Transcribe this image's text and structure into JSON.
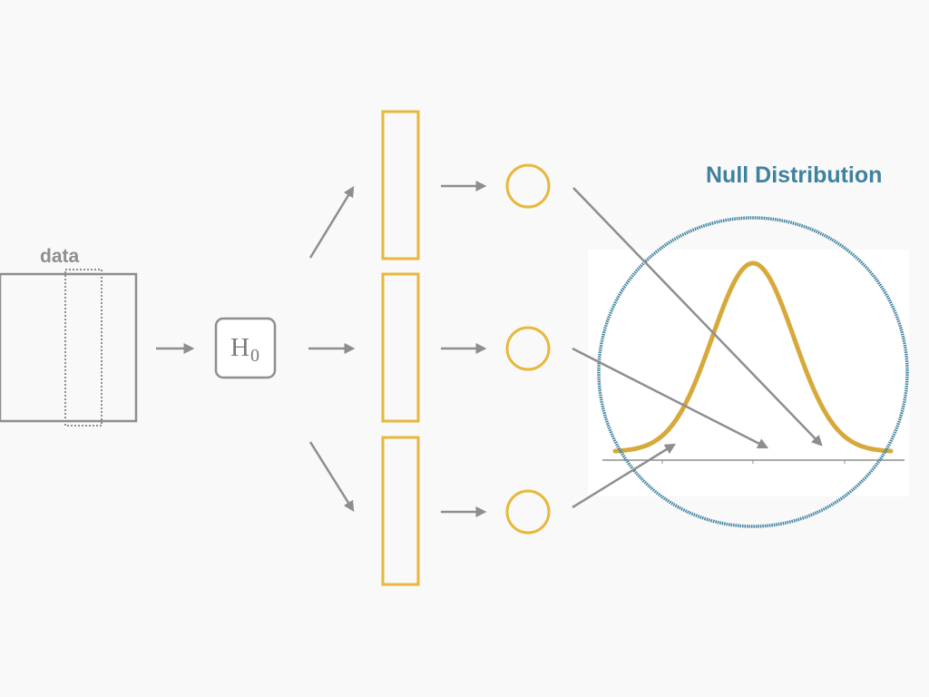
{
  "diagram": {
    "data_label": "data",
    "hypothesis_label": "H",
    "hypothesis_subscript": "0",
    "title": "Null Distribution",
    "sample_count": 3
  },
  "colors": {
    "background": "#f9f9f9",
    "gray": "#8e8e8e",
    "orange": "#e8b83c",
    "curve": "#d7a93b",
    "blue": "#3e82a0"
  }
}
